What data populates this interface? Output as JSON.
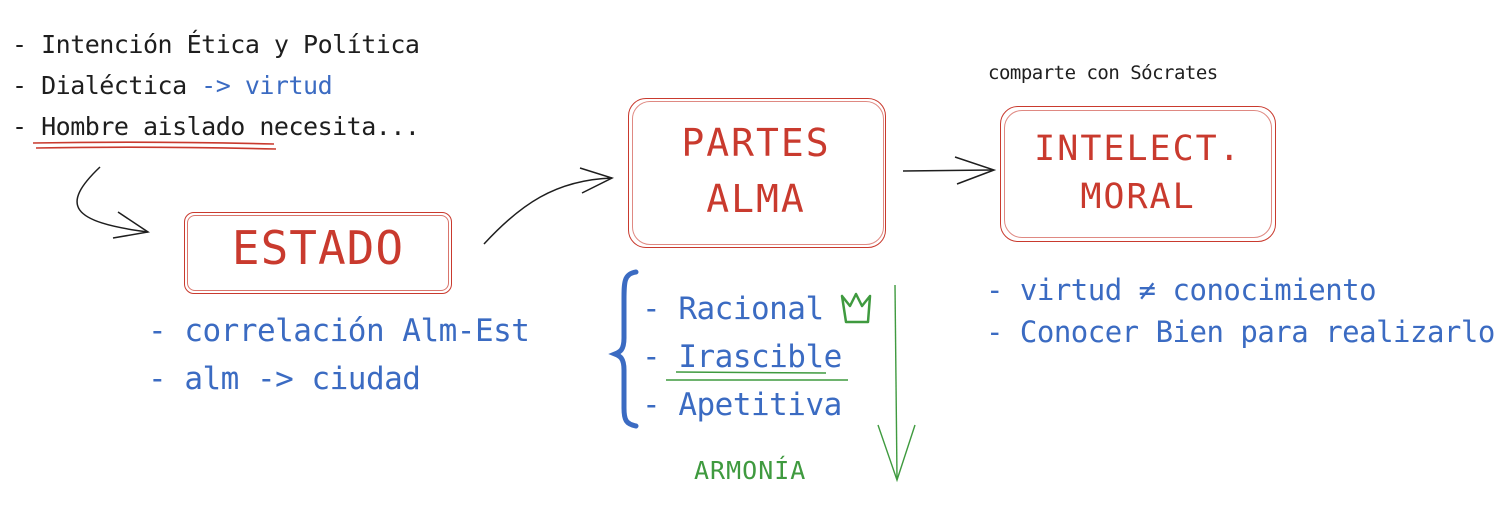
{
  "intro": {
    "line1": "- Intención Ética y Política",
    "line2_prefix": "- Dialéctica ",
    "line2_arrow": "-> virtud",
    "line3_prefix": "- ",
    "line3_underlined": "Hombre aislado",
    "line3_suffix": " necesita..."
  },
  "estado": {
    "title": "ESTADO",
    "notes": [
      "- correlación Alm-Est",
      "- alm -> ciudad"
    ]
  },
  "alma": {
    "title_line1": "PARTES",
    "title_line2": "ALMA",
    "parts": [
      "- Racional",
      "- Irascible",
      "- Apetitiva"
    ],
    "result": "ARMONÍA",
    "crown_icon": "crown-icon"
  },
  "intelect": {
    "caption": "comparte con Sócrates",
    "title_line1": "INTELECT.",
    "title_line2": "MORAL",
    "notes": [
      "- virtud ≠ conocimiento",
      "- Conocer Bien para realizarlo"
    ]
  },
  "colors": {
    "text": "#1e1e1e",
    "blue": "#3b6bc2",
    "red": "#c93a2e",
    "green": "#3f9a3f"
  }
}
